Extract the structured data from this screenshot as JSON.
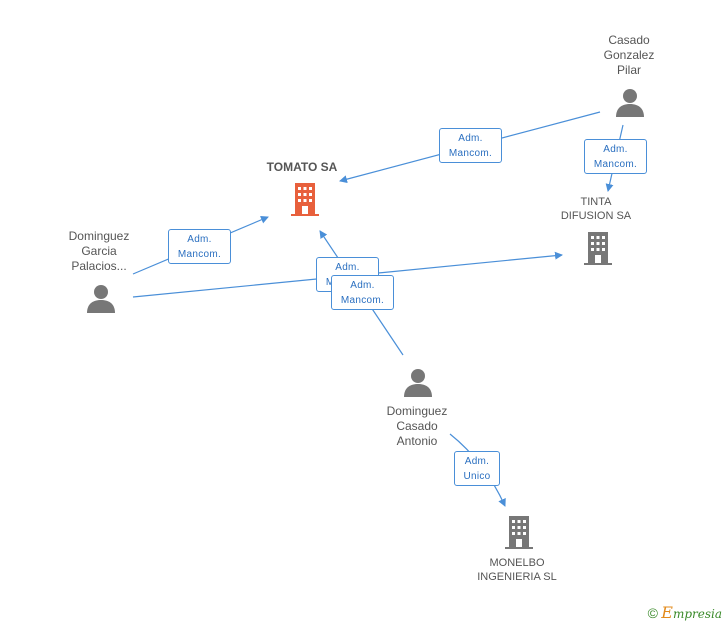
{
  "nodes": {
    "tomato": {
      "label": "TOMATO SA"
    },
    "tinta": {
      "label": "TINTA\nDIFUSION SA"
    },
    "monelbo": {
      "label": "MONELBO\nINGENIERIA  SL"
    },
    "casado": {
      "label": "Casado\nGonzalez\nPilar"
    },
    "dominguez_garcia": {
      "label": "Dominguez\nGarcia\nPalacios..."
    },
    "dominguez_casado": {
      "label": "Dominguez\nCasado\nAntonio"
    }
  },
  "relations": {
    "casado_tomato": "Adm.\nMancom.",
    "casado_tinta": "Adm.\nMancom.",
    "garcia_tomato": "Adm.\nMancom.",
    "garcia_tinta": "Adm.\nMancom.",
    "antonio_tomato": "Adm.\nMancom.",
    "antonio_monelbo": "Adm.\nUnico"
  },
  "colors": {
    "edge": "#4a8fd8",
    "focus_company": "#e8603c",
    "company": "#777777",
    "person": "#777777"
  },
  "footer": {
    "copyright": "©",
    "brand_initial": "E",
    "brand_rest": "mpresia"
  }
}
